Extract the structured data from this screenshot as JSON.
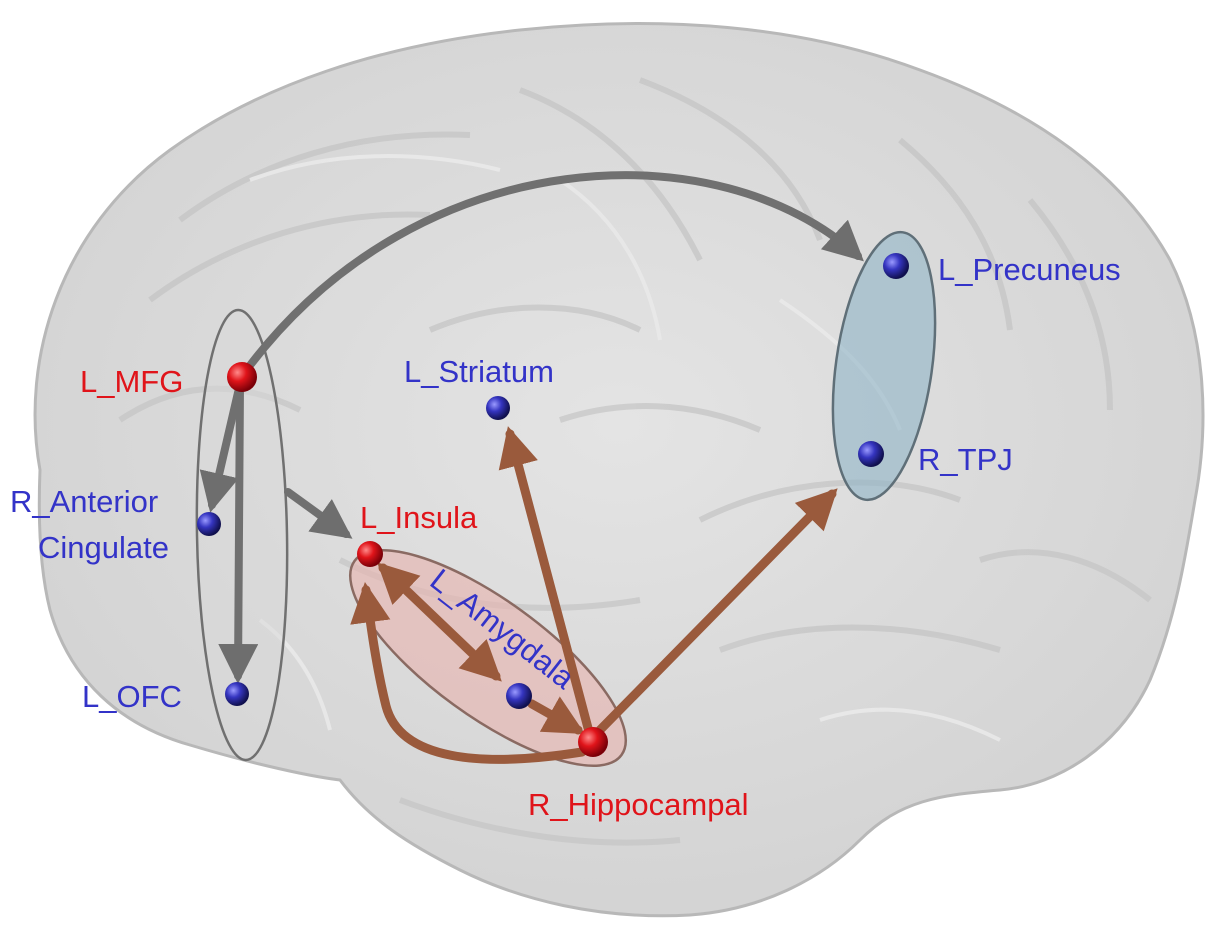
{
  "colors": {
    "red_node": "#e0141a",
    "blue_node": "#3535c0",
    "red_label": "#e0141a",
    "blue_label": "#3333c8",
    "gray_arrow": "#707070",
    "brown_arrow": "#9a5a3c",
    "pink_region": "#e8b3ad",
    "blue_region": "#8fb4c6"
  },
  "nodes": {
    "l_mfg": "L_MFG",
    "r_anterior_cingulate_line1": "R_Anterior",
    "r_anterior_cingulate_line2": "Cingulate",
    "l_ofc": "L_OFC",
    "l_striatum": "L_Striatum",
    "l_insula": "L_Insula",
    "l_amygdala": "L_Amygdala",
    "r_hippocampal": "R_Hippocampal",
    "l_precuneus": "L_Precuneus",
    "r_tpj": "R_TPJ"
  }
}
